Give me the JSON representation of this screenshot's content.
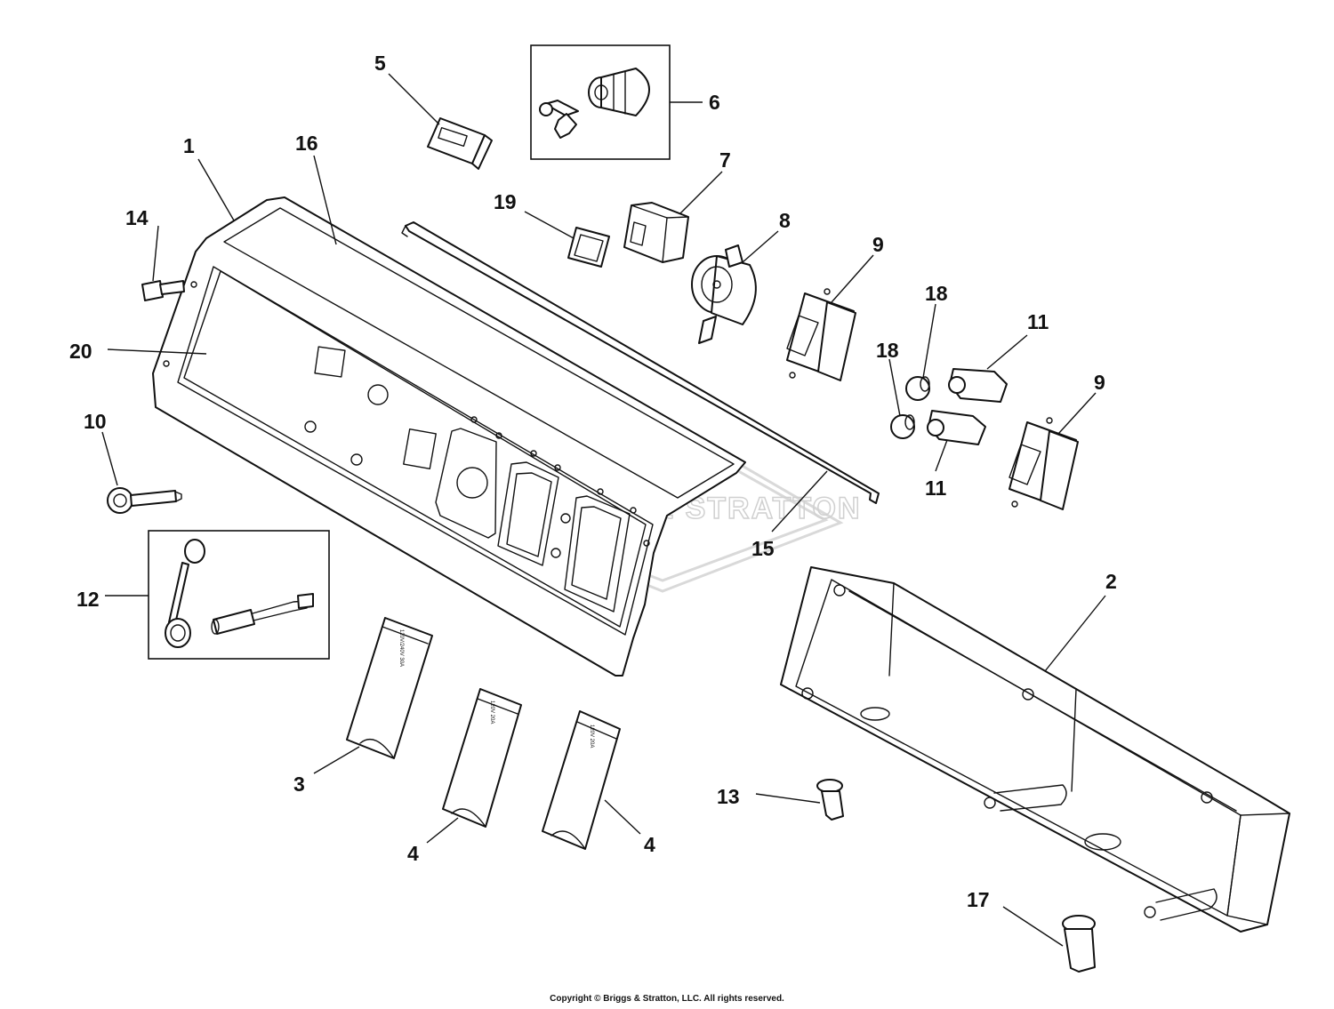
{
  "diagram": {
    "watermark_logo_text": "BRIGGS & STRATTON",
    "copyright": "Copyright © Briggs & Stratton, LLC. All rights reserved.",
    "callouts": [
      "1",
      "2",
      "3",
      "4",
      "4",
      "5",
      "6",
      "7",
      "8",
      "9",
      "9",
      "10",
      "11",
      "11",
      "12",
      "13",
      "14",
      "15",
      "16",
      "17",
      "18",
      "18",
      "19",
      "20"
    ],
    "decal_labels": {
      "decal_3": "120V/240V 30A",
      "decal_4a": "120V 20A",
      "decal_4b": "120V 20A"
    },
    "colors": {
      "ink": "#111111",
      "paper": "#ffffff",
      "watermark": "#d0d0d0"
    }
  }
}
